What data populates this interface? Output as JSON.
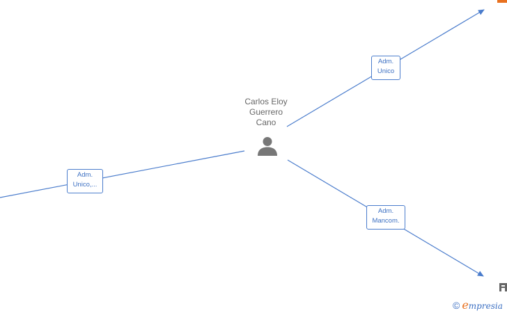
{
  "person": {
    "name_line1": "Carlos Eloy",
    "name_line2": "Guerrero",
    "name_line3": "Cano",
    "icon": "person-icon"
  },
  "relations": [
    {
      "id": "top-right",
      "line1": "Adm.",
      "line2": "Unico"
    },
    {
      "id": "bottom-right",
      "line1": "Adm.",
      "line2": "Mancom."
    },
    {
      "id": "left",
      "line1": "Adm.",
      "line2": "Unico,..."
    }
  ],
  "watermark": {
    "copyright_symbol": "©",
    "brand_initial": "e",
    "brand_rest": "mpresia"
  },
  "colors": {
    "edge": "#4a7ccc",
    "label_text": "#3b6fc2",
    "person": "#777777",
    "accent": "#e8711f"
  }
}
